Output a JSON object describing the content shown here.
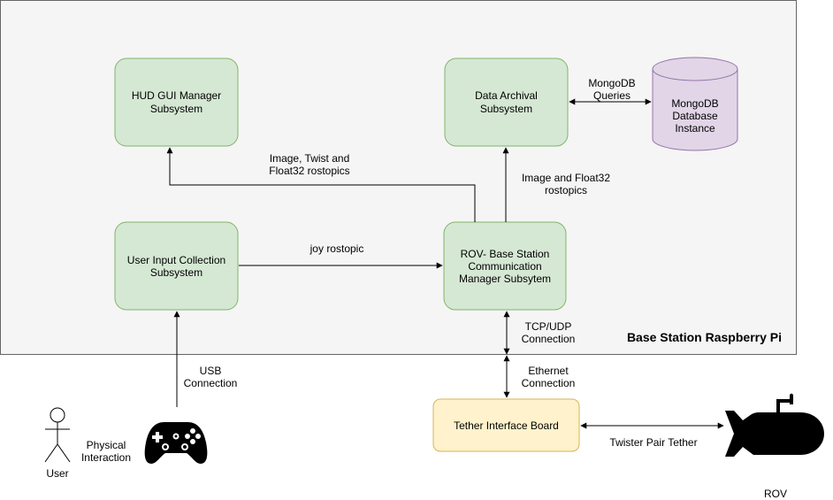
{
  "region": {
    "label": "Base Station Raspberry Pi"
  },
  "nodes": {
    "hud": {
      "line1": "HUD GUI Manager",
      "line2": "Subsystem"
    },
    "archival": {
      "line1": "Data Archival",
      "line2": "Subsystem"
    },
    "mongodb": {
      "line1": "MongoDB",
      "line2": "Database",
      "line3": "Instance"
    },
    "input": {
      "line1": "User Input Collection",
      "line2": "Subsystem"
    },
    "comm": {
      "line1": "ROV- Base Station",
      "line2": "Communication",
      "line3": "Manager Subsytem"
    },
    "tether": {
      "label": "Tether Interface Board"
    },
    "user": {
      "label": "User"
    },
    "rov": {
      "label": "ROV"
    }
  },
  "edges": {
    "mongo_queries": {
      "line1": "MongoDB",
      "line2": "Queries"
    },
    "image_twist": {
      "line1": "Image, Twist and",
      "line2": "Float32 rostopics"
    },
    "image_float": {
      "line1": "Image and Float32",
      "line2": "rostopics"
    },
    "joy": {
      "label": "joy rostopic"
    },
    "tcp_udp": {
      "line1": "TCP/UDP",
      "line2": "Connection"
    },
    "ethernet": {
      "line1": "Ethernet",
      "line2": "Connection"
    },
    "usb": {
      "line1": "USB",
      "line2": "Connection"
    },
    "physical": {
      "line1": "Physical",
      "line2": "Interaction"
    },
    "tether_pair": {
      "label": "Twister Pair Tether"
    }
  },
  "icons": {
    "user": "stick-figure-icon",
    "controller": "gamepad-icon",
    "rov": "submarine-icon"
  },
  "colors": {
    "region_fill": "#f5f5f5",
    "subsystem_fill": "#d5e8d4",
    "subsystem_stroke": "#82b366",
    "database_fill": "#e1d5e7",
    "database_stroke": "#9673a6",
    "tether_fill": "#fff2cc",
    "tether_stroke": "#d6b656"
  }
}
